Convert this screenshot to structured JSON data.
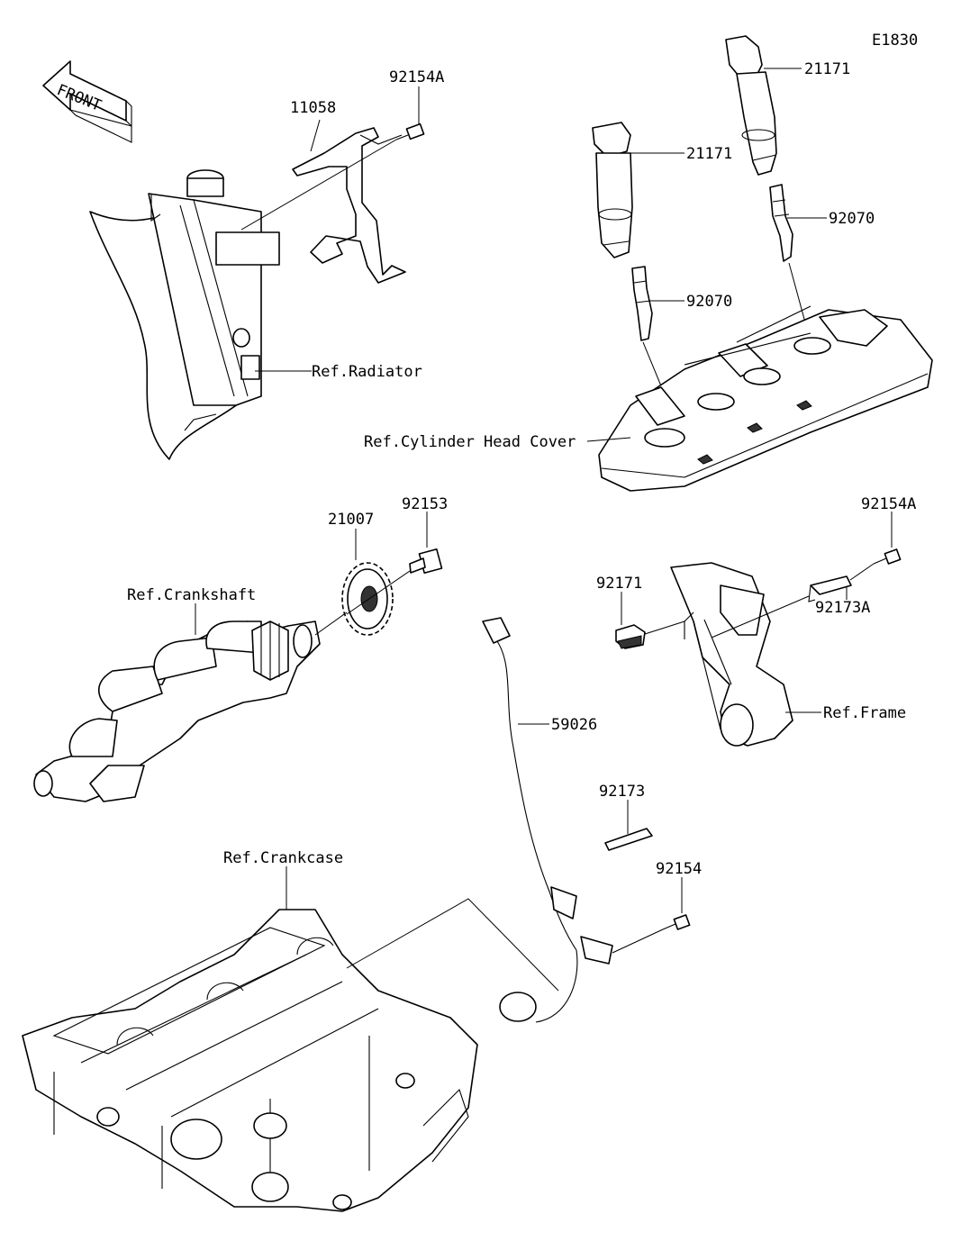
{
  "diagram_code": "E1830",
  "front_label": "FRONT",
  "labels": {
    "p11058": "11058",
    "p92154a_top": "92154A",
    "p21171_left": "21171",
    "p21171_right": "21171",
    "p92070_right": "92070",
    "p92070_left": "92070",
    "ref_radiator": "Ref.Radiator",
    "ref_cyl_head": "Ref.Cylinder Head Cover",
    "p21007": "21007",
    "p92153": "92153",
    "ref_crankshaft": "Ref.Crankshaft",
    "p92154a_right": "92154A",
    "p92171": "92171",
    "p92173a": "92173A",
    "ref_frame": "Ref.Frame",
    "p59026": "59026",
    "p92173": "92173",
    "ref_crankcase": "Ref.Crankcase",
    "p92154": "92154"
  }
}
